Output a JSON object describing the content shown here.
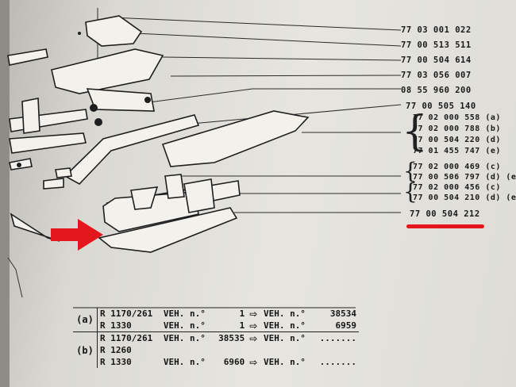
{
  "colors": {
    "highlight": "#e3161b",
    "ink": "#1f1f1f",
    "paper": "#e2e1db"
  },
  "parts": [
    {
      "number": "77 03 001 022"
    },
    {
      "number": "77 00 513 511"
    },
    {
      "number": "77 00 504 614"
    },
    {
      "number": "77 03 056 007"
    },
    {
      "number": "08 55 960 200"
    },
    {
      "number": "77 00 505 140"
    }
  ],
  "group1": [
    {
      "number": "77 02 000 558",
      "variant": "(a)"
    },
    {
      "number": "77 02 000 788",
      "variant": "(b)"
    },
    {
      "number": "77 00 504 220",
      "variant": "(d)"
    },
    {
      "number": "77 01 455 747",
      "variant": "(e)"
    }
  ],
  "group2": [
    {
      "number": "77 02 000 469",
      "variant": "(c)"
    },
    {
      "number": "77 00 506 797",
      "variant": "(d) (e)"
    }
  ],
  "group3": [
    {
      "number": "77 02 000 456",
      "variant": "(c)"
    },
    {
      "number": "77 00 504 210",
      "variant": "(d) (e)"
    }
  ],
  "highlighted_part": "77 00 504 212",
  "vehicle_table": {
    "arrow_symbol": "⇨",
    "rows": [
      {
        "label": "(a)",
        "entries": [
          {
            "model": "R 1170/261",
            "veh": "VEH. n.°",
            "from": "1",
            "to_label": "VEH. n.°",
            "to": "38534"
          },
          {
            "model": "R 1330",
            "veh": "VEH. n.°",
            "from": "1",
            "to_label": "VEH. n.°",
            "to": "6959"
          }
        ]
      },
      {
        "label": "(b)",
        "entries": [
          {
            "model": "R 1170/261",
            "veh": "VEH. n.°",
            "from": "38535",
            "to_label": "VEH. n.°",
            "to": "......."
          },
          {
            "model": "R 1260",
            "veh": "",
            "from": "",
            "to_label": "",
            "to": ""
          },
          {
            "model": "R 1330",
            "veh": "VEH. n.°",
            "from": "6960",
            "to_label": "VEH. n.°",
            "to": "......."
          }
        ]
      }
    ]
  }
}
